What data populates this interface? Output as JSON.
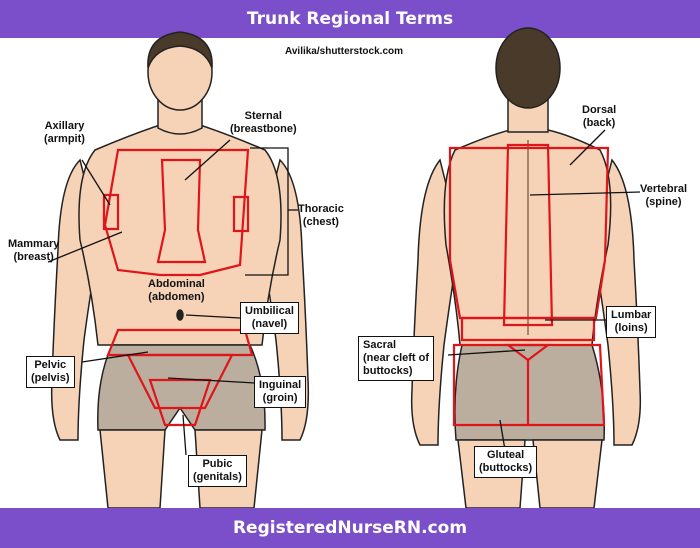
{
  "title": "Trunk Regional Terms",
  "credit": "Avilika/shutterstock.com",
  "footer": "RegisteredNurseRN.com",
  "colors": {
    "banner": "#7a4fc9",
    "region_outline": "#e0141b",
    "skin": "#f6d2b6",
    "shorts": "#bcae9e"
  },
  "labels": {
    "axillary": {
      "term": "Axillary",
      "common": "(armpit)"
    },
    "sternal": {
      "term": "Sternal",
      "common": "(breastbone)"
    },
    "thoracic": {
      "term": "Thoracic",
      "common": "(chest)"
    },
    "mammary": {
      "term": "Mammary",
      "common": "(breast)"
    },
    "abdominal": {
      "term": "Abdominal",
      "common": "(abdomen)"
    },
    "umbilical": {
      "term": "Umbilical",
      "common": "(navel)"
    },
    "pelvic": {
      "term": "Pelvic",
      "common": "(pelvis)"
    },
    "inguinal": {
      "term": "Inguinal",
      "common": "(groin)"
    },
    "pubic": {
      "term": "Pubic",
      "common": "(genitals)"
    },
    "dorsal": {
      "term": "Dorsal",
      "common": "(back)"
    },
    "vertebral": {
      "term": "Vertebral",
      "common": "(spine)"
    },
    "lumbar": {
      "term": "Lumbar",
      "common": "(loins)"
    },
    "sacral": {
      "term": "Sacral",
      "common": "(near cleft of",
      "common2": "buttocks)"
    },
    "gluteal": {
      "term": "Gluteal",
      "common": "(buttocks)"
    }
  }
}
